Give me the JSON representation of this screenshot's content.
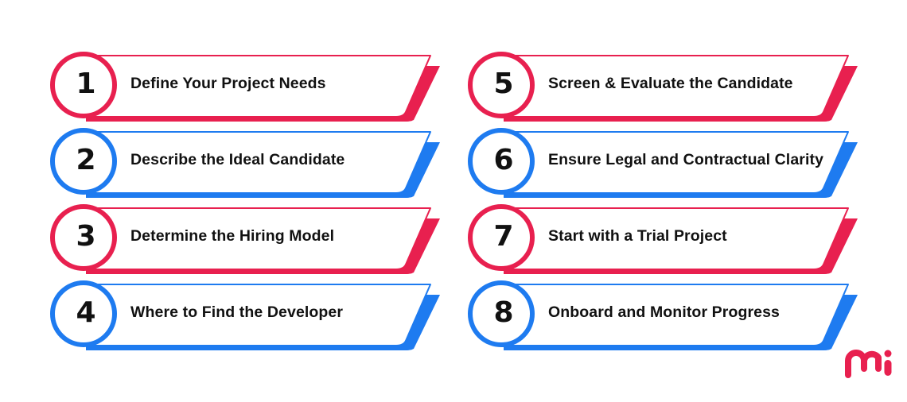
{
  "colors": {
    "red": "#E8204F",
    "blue": "#1E7BF0",
    "text": "#111111",
    "background": "#FFFFFF"
  },
  "steps": [
    {
      "number": "1",
      "label": "Define Your Project Needs",
      "color": "red"
    },
    {
      "number": "2",
      "label": "Describe the Ideal Candidate",
      "color": "blue"
    },
    {
      "number": "3",
      "label": "Determine the Hiring Model",
      "color": "red"
    },
    {
      "number": "4",
      "label": "Where to Find the Developer",
      "color": "blue"
    },
    {
      "number": "5",
      "label": "Screen & Evaluate the Candidate",
      "color": "red"
    },
    {
      "number": "6",
      "label": "Ensure Legal and Contractual Clarity",
      "color": "blue"
    },
    {
      "number": "7",
      "label": "Start with a Trial Project",
      "color": "red"
    },
    {
      "number": "8",
      "label": "Onboard and Monitor Progress",
      "color": "blue"
    }
  ],
  "logo": {
    "icon": "mi-brand-logo-icon",
    "text": "mi"
  }
}
